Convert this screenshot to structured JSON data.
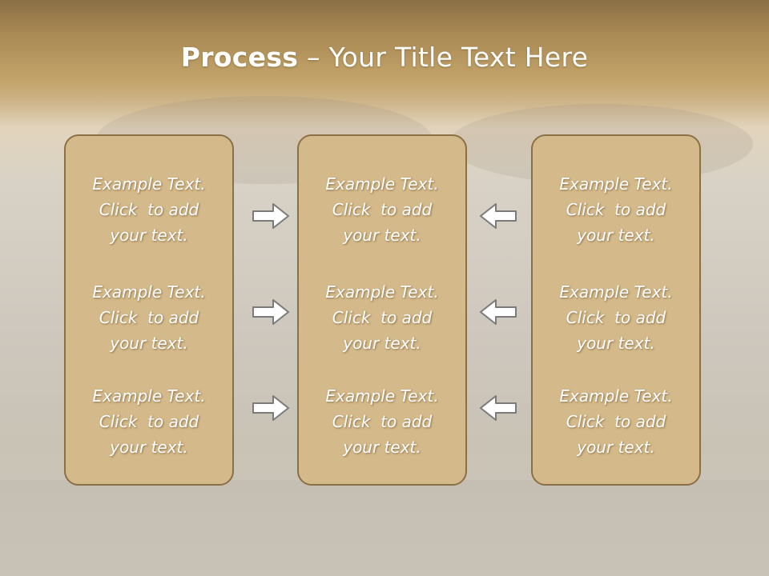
{
  "slide": {
    "title_bold": "Process",
    "title_rest": " – Your Title Text Here"
  },
  "panels": [
    {
      "blocks": [
        {
          "line1": "Example Text.",
          "line2": "Click  to add",
          "line3": "your text."
        },
        {
          "line1": "Example Text.",
          "line2": "Click  to add",
          "line3": "your text."
        },
        {
          "line1": "Example Text.",
          "line2": "Click  to add",
          "line3": "your text."
        }
      ]
    },
    {
      "blocks": [
        {
          "line1": "Example Text.",
          "line2": "Click  to add",
          "line3": "your text."
        },
        {
          "line1": "Example Text.",
          "line2": "Click  to add",
          "line3": "your text."
        },
        {
          "line1": "Example Text.",
          "line2": "Click  to add",
          "line3": "your text."
        }
      ]
    },
    {
      "blocks": [
        {
          "line1": "Example Text.",
          "line2": "Click  to add",
          "line3": "your text."
        },
        {
          "line1": "Example Text.",
          "line2": "Click  to add",
          "line3": "your text."
        },
        {
          "line1": "Example Text.",
          "line2": "Click  to add",
          "line3": "your text."
        }
      ]
    }
  ],
  "arrows": {
    "left_column": [
      "arrow-right-icon",
      "arrow-right-icon",
      "arrow-right-icon"
    ],
    "right_column": [
      "arrow-left-icon",
      "arrow-left-icon",
      "arrow-left-icon"
    ]
  },
  "colors": {
    "panel_fill": "#d4b98a",
    "panel_border": "#8b7046",
    "header_band": "#a88853"
  }
}
